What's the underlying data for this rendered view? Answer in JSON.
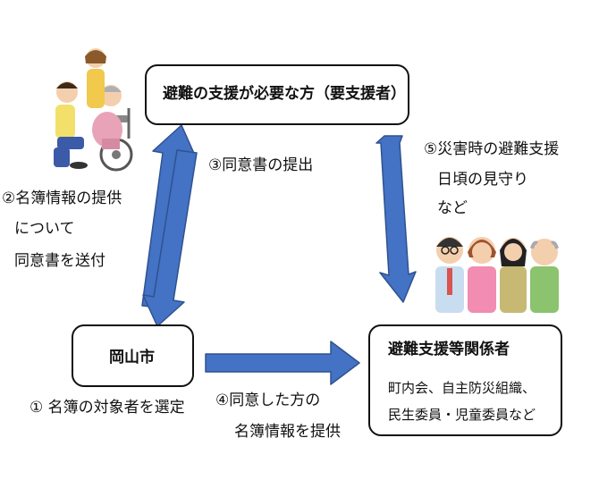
{
  "nodes": {
    "needs_support": {
      "label": "避難の支援が必要な方（要支援者）"
    },
    "okayama_city": {
      "label": "岡山市"
    },
    "supporters": {
      "label": "避難支援等関係者",
      "detail_line1": "町内会、自主防災組織、",
      "detail_line2": "民生委員・児童委員など"
    }
  },
  "steps": {
    "step1": {
      "line1": "① 名簿の対象者を選定"
    },
    "step2": {
      "line1": "②名簿情報の提供",
      "line2": "について",
      "line3": "同意書を送付"
    },
    "step3": {
      "line1": "③同意書の提出"
    },
    "step4": {
      "line1": "④同意した方の",
      "line2": "名簿情報を提供"
    },
    "step5": {
      "line1": "⑤災害時の避難支援",
      "line2": "日頃の見守り",
      "line3": "など"
    }
  },
  "colors": {
    "arrow_fill": "#4472c4",
    "arrow_stroke": "#2f528f",
    "box_border": "#111111"
  },
  "illustrations": [
    "family-with-wheelchair-illustration",
    "community-supporters-illustration"
  ]
}
